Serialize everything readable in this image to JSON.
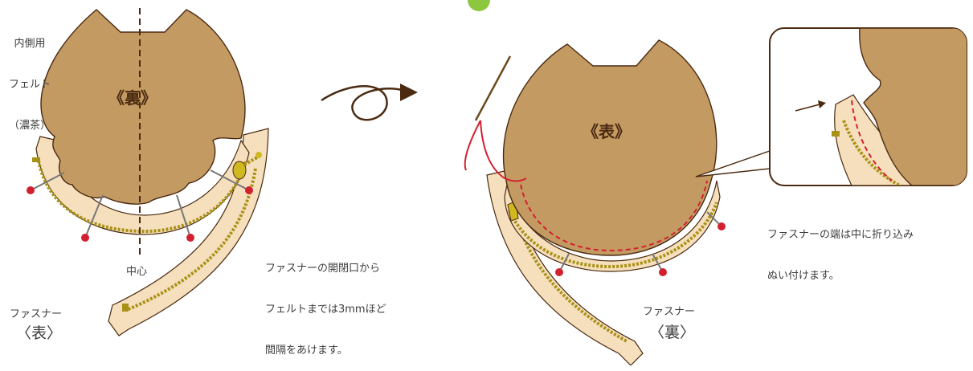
{
  "left_figure": {
    "felt_label_lines": [
      "内側用",
      "フェルト",
      "（濃茶）"
    ],
    "center_mark": "《裏》",
    "center_line_label": "中心",
    "zipper_label": "ファスナー",
    "zipper_side": "〈表〉",
    "note_lines": [
      "ファスナーの開閉口から",
      "フェルトまでは3mmほど",
      "間隔をあけます。"
    ]
  },
  "right_figure": {
    "center_mark": "《表》",
    "zipper_label": "ファスナー",
    "zipper_side": "〈裏〉",
    "detail_note_lines": [
      "ファスナーの端は中に折り込み",
      "ぬい付けます。"
    ]
  },
  "colors": {
    "felt": "#c49a63",
    "felt_outline": "#4a2a10",
    "zipper_tape": "#f6dfbd",
    "zipper_teeth": "#a89216",
    "pin_head": "#d2202f",
    "stitch": "#d2202f",
    "accent_green": "#8dc63f"
  }
}
